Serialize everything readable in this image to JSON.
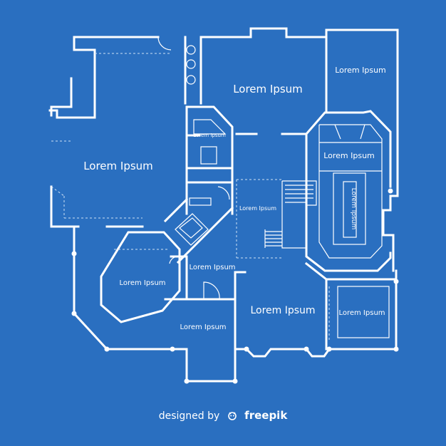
{
  "rooms": {
    "top_center": "Lorem Ipsum",
    "top_right": "Lorem Ipsum",
    "left_large": "Lorem Ipsum",
    "right_hall": "Lorem Ipsum",
    "right_vertical": "Lorem Ipsum",
    "small_top": "Lorem Ipsum",
    "stair_area": "Lorem Ipsum",
    "octagon": "Lorem Ipsum",
    "center_small": "Lorem Ipsum",
    "bottom_center": "Lorem Ipsum",
    "bottom_right": "Lorem Ipsum",
    "bottom_left": "Lorem Ipsum"
  },
  "footer": {
    "prefix": "designed by",
    "brand": "freepik"
  },
  "colors": {
    "background": "#2a6fc0",
    "lines": "#ffffff"
  }
}
